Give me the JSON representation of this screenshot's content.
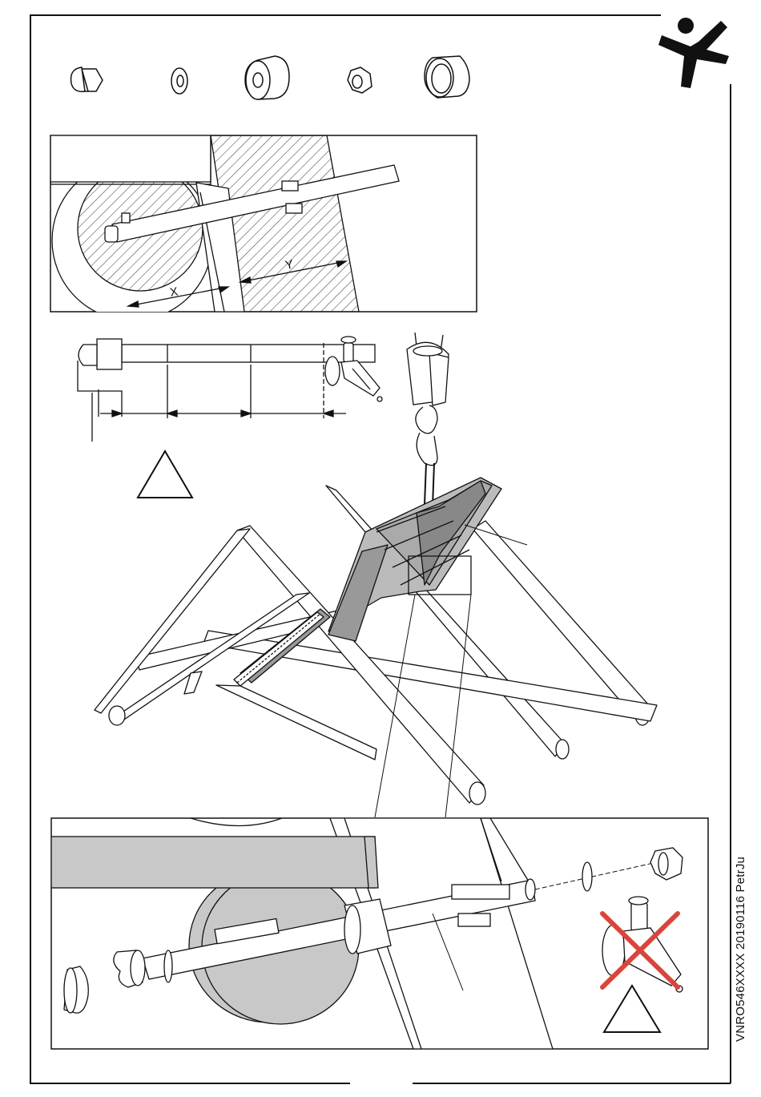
{
  "sheet": {
    "document_code": "VNRO546XXXX 20190116 PetrJu"
  },
  "detail_view": {
    "dimension_labels": {
      "x": "X",
      "y": "Y"
    }
  },
  "colors": {
    "line": "#111111",
    "hatch": "#333333",
    "fill_gray": "#c8c8c8",
    "prohibit_red": "#d9453b"
  },
  "icons": [
    "brand-logo-icon",
    "cap-nut-icon",
    "washer-icon",
    "spacer-sleeve-icon",
    "lock-nut-icon",
    "end-cap-icon",
    "warning-triangle-icon",
    "prohibited-angle-grinder-icon"
  ]
}
